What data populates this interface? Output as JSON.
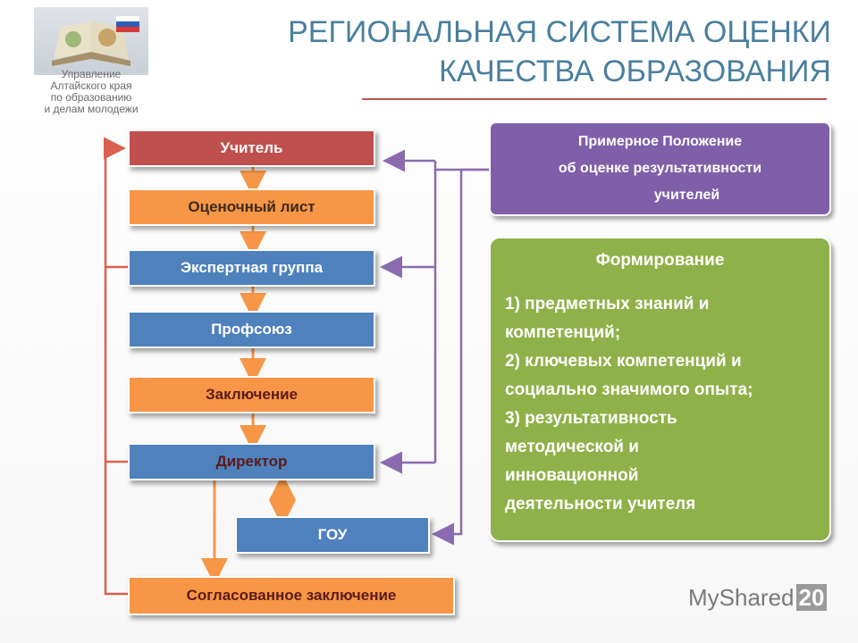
{
  "header": {
    "title_line1": "РЕГИОНАЛЬНАЯ СИСТЕМА ОЦЕНКИ",
    "title_line2": "КАЧЕСТВА ОБРАЗОВАНИЯ",
    "accent_color": "#c0504d",
    "title_color": "#4a7f9e"
  },
  "logo": {
    "line1": "Управление",
    "line2": "Алтайского края",
    "line3": "по образованию",
    "line4": "и делам молодежи"
  },
  "flow": {
    "teacher": "Учитель",
    "evaluation_sheet": "Оценочный лист",
    "expert_group": "Экспертная группа",
    "union": "Профсоюз",
    "conclusion": "Заключение",
    "director": "Директор",
    "gou": "ГОУ",
    "agreed_conclusion": "Согласованное заключение"
  },
  "regulation": {
    "line1": "Примерное Положение",
    "line2": "об оценке результативности",
    "line3": "учителей"
  },
  "formation": {
    "title": "Формирование",
    "lines": [
      "1) предметных знаний и",
      "компетенций;",
      "2) ключевых компетенций и",
      "социально значимого опыта;",
      "3) результативность",
      "методической и",
      "инновационной",
      "деятельности учителя"
    ]
  },
  "watermark": {
    "text": "MyShared",
    "number": "20"
  },
  "colors": {
    "red": "#c0504d",
    "orange": "#f79646",
    "blue": "#4f81bd",
    "purple": "#7f5fa8",
    "green": "#8fb149"
  }
}
